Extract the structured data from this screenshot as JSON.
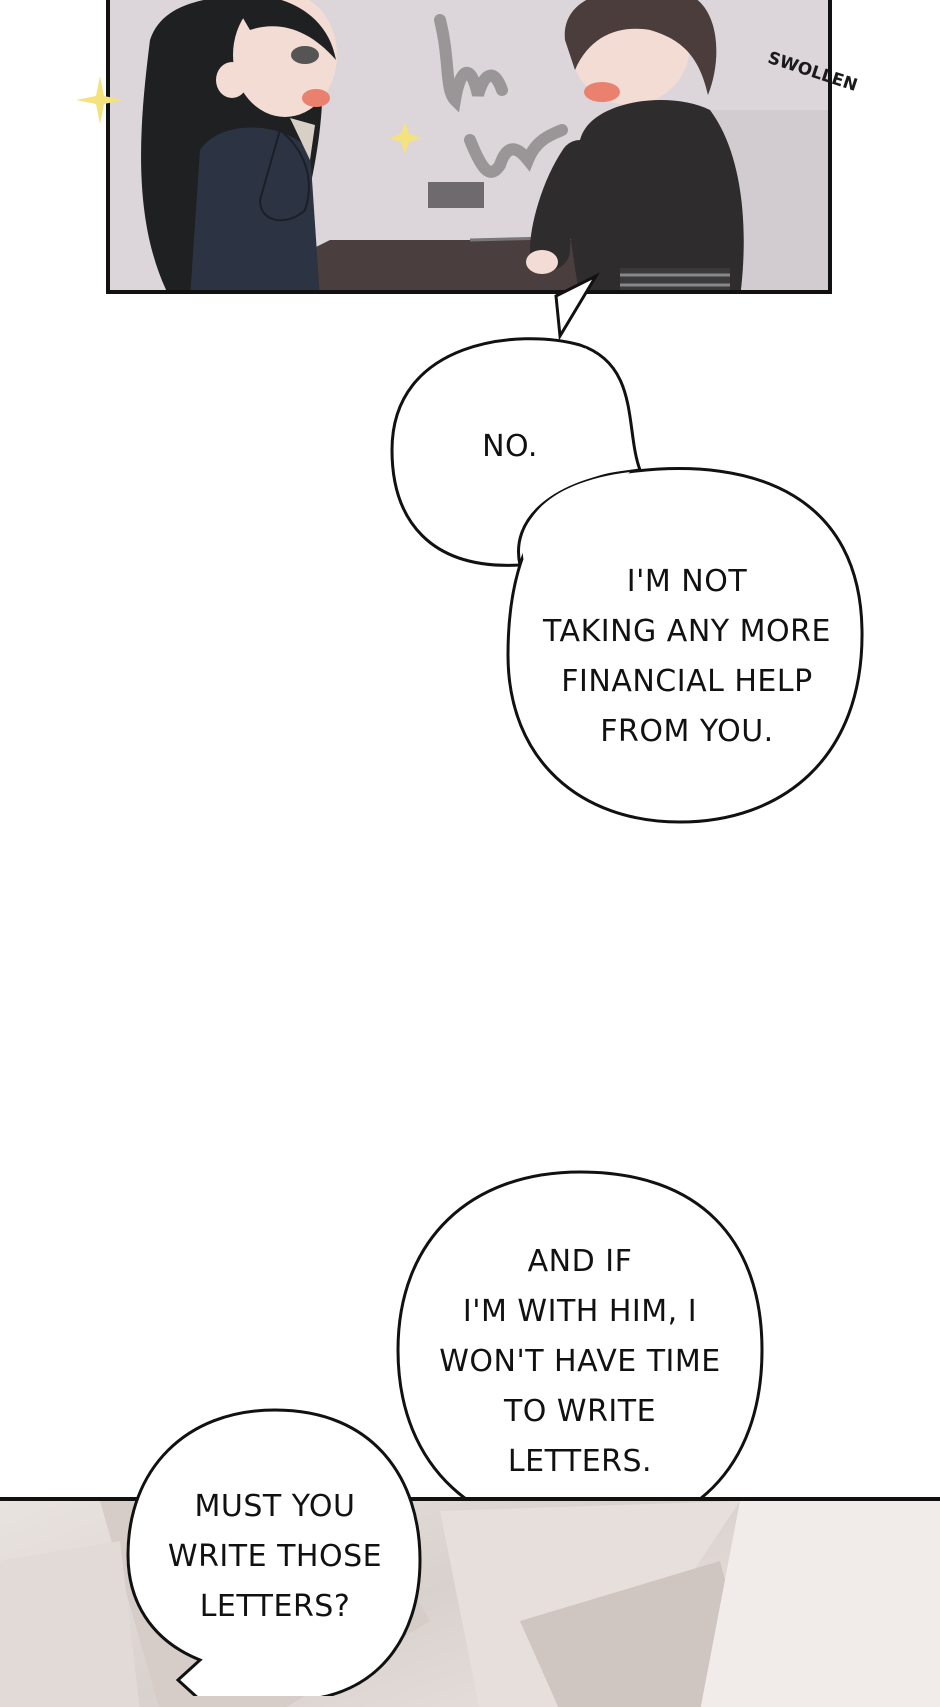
{
  "panel_top": {
    "sfx": "SWOLLEN",
    "colors": {
      "wall": "#d9d3d8",
      "hair": "#1f1f22",
      "jacket": "#2a3140",
      "sweater": "#2b2b2b"
    }
  },
  "bubbles": {
    "no": "NO.",
    "financial_help": "I'M NOT\nTAKING ANY MORE\nFINANCIAL HELP\nFROM YOU.",
    "with_him": "AND IF\nI'M WITH HIM, I\nWON'T HAVE TIME\nTO WRITE\nLETTERS.",
    "must_you": "MUST YOU\nWRITE THOSE\nLETTERS?"
  }
}
